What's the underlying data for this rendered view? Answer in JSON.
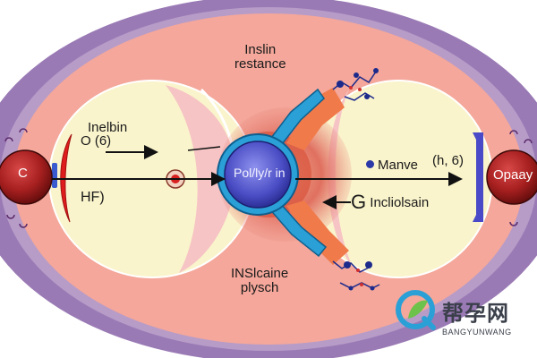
{
  "labels": {
    "title_line1": "Inslin",
    "title_line2": "restance",
    "left_line1": "Inelbin",
    "left_line2": "O  (6)",
    "left_line3": "HF)",
    "center": "Pol/ly/r in",
    "right_line1": "Manve",
    "right_line2": "(h, 6)",
    "right_line3_big": "G",
    "right_line3_rest": " Incliolsain",
    "bottom_line1": "INSlcaine",
    "bottom_line2": "plysch",
    "left_ball": "C",
    "right_ball": "Opaay"
  },
  "watermark": {
    "cn": "帮孕网",
    "en": "BANGYUNWANG",
    "logo": "q-leaf-logo"
  },
  "colors": {
    "outer_purple": "#9a7ab5",
    "peach": "#f4a79a",
    "inner_cream": "#faf4cc",
    "pink_cap": "#f6c4c4",
    "core_blue": "#4a4dc4",
    "ring_cyan": "#2aa0d6",
    "red_ball": "#9c1c1c",
    "red_mark": "#e01d1d"
  }
}
